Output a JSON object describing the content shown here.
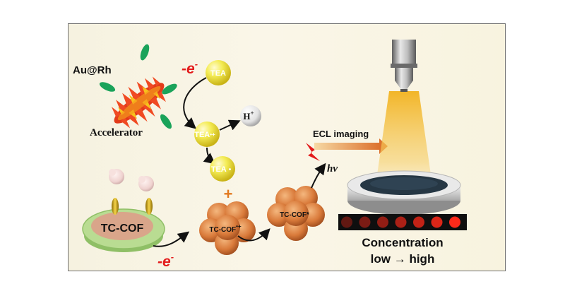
{
  "labels": {
    "au_rh": "Au@Rh",
    "accelerator": "Accelerator",
    "e_minus_top": "-e",
    "e_minus_bottom": "-e",
    "e_sup": "-",
    "tea": "TEA",
    "tea_radical_cation": "TEA",
    "tea_radical_cation_sup": "•+",
    "tea_radical": "TEA",
    "tea_radical_dot": "•",
    "h_plus": "H",
    "h_plus_sup": "+",
    "plus_sign": "+",
    "tc_cof": "TC-COF",
    "tc_cof_cation": "TC-COF",
    "tc_cof_cation_sup": "•+",
    "tc_cof_excited": "TC-COF*",
    "hv": "hv",
    "ecl_imaging": "ECL imaging",
    "concentration": "Concentration",
    "low_high": "low → high"
  },
  "colors": {
    "electron_red": "#e31b1b",
    "tea_yellow": "#f2ea4a",
    "cof_orange": "#d97a3a",
    "rod_green": "#1aa35a",
    "electrode_green": "#b9dc92",
    "electrode_core": "#d9a58a",
    "spot_red": "#ff2a1a"
  },
  "spots": {
    "count": 7,
    "brightness": [
      0.35,
      0.45,
      0.55,
      0.65,
      0.75,
      0.85,
      1.0
    ]
  }
}
